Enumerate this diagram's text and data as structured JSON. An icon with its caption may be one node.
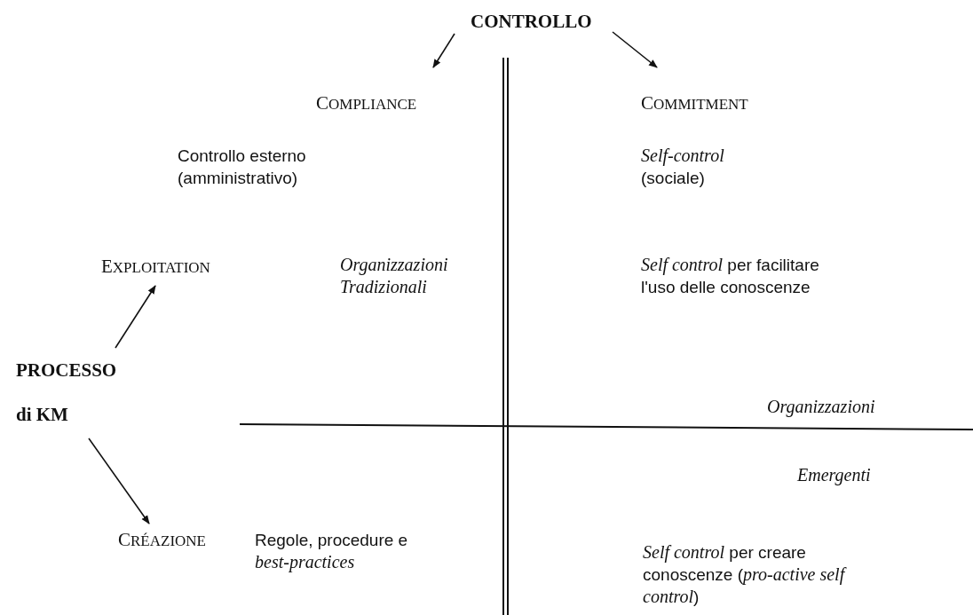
{
  "diagram": {
    "nodes": [
      {
        "text": [
          "CONTROLLO"
        ]
      },
      {
        "text": [
          "COMPLIANCE"
        ]
      },
      {
        "text": [
          "COMMITMENT"
        ]
      },
      {
        "text": [
          "EXPLOITATION"
        ]
      },
      {
        "text": [
          "PROCESSO di KM"
        ]
      },
      {
        "text": [
          "CRÉAZIONE"
        ]
      }
    ],
    "edges": [
      {
        "from": 0,
        "to": 1,
        "arrow": "to"
      },
      {
        "from": 0,
        "to": 2,
        "arrow": "to"
      },
      {
        "from": 4,
        "to": 3,
        "arrow": "to"
      },
      {
        "from": 4,
        "to": 5,
        "arrow": "to"
      }
    ],
    "labels": [
      "Controllo esterno (amministrativo)",
      "*Self-control* (sociale)",
      "Organizzazioni Tradizionali",
      "*Self control* per facilitare l'uso delle conoscenze",
      "Organizzazioni",
      "Emergenti",
      "Regole, procedure e *best-practices*",
      "*Self control* per creare conoscenze (*pro-active self control*)"
    ]
  }
}
